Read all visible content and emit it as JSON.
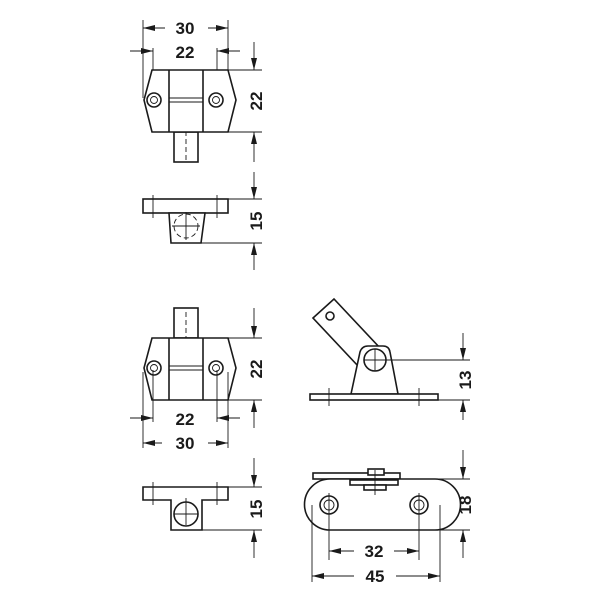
{
  "drawing": {
    "views": [
      {
        "id": "top-catch-front",
        "dims": {
          "overall_width": "30",
          "hole_spacing": "22",
          "height": "22"
        }
      },
      {
        "id": "top-catch-side",
        "dims": {
          "height": "15"
        }
      },
      {
        "id": "bottom-catch-front",
        "dims": {
          "height": "22",
          "hole_spacing": "22",
          "overall_width": "30"
        }
      },
      {
        "id": "bottom-catch-side",
        "dims": {
          "height": "15"
        }
      },
      {
        "id": "strike-side",
        "dims": {
          "pivot_height": "13"
        }
      },
      {
        "id": "strike-top",
        "dims": {
          "width": "18",
          "hole_spacing": "32",
          "overall_length": "45"
        }
      }
    ]
  }
}
